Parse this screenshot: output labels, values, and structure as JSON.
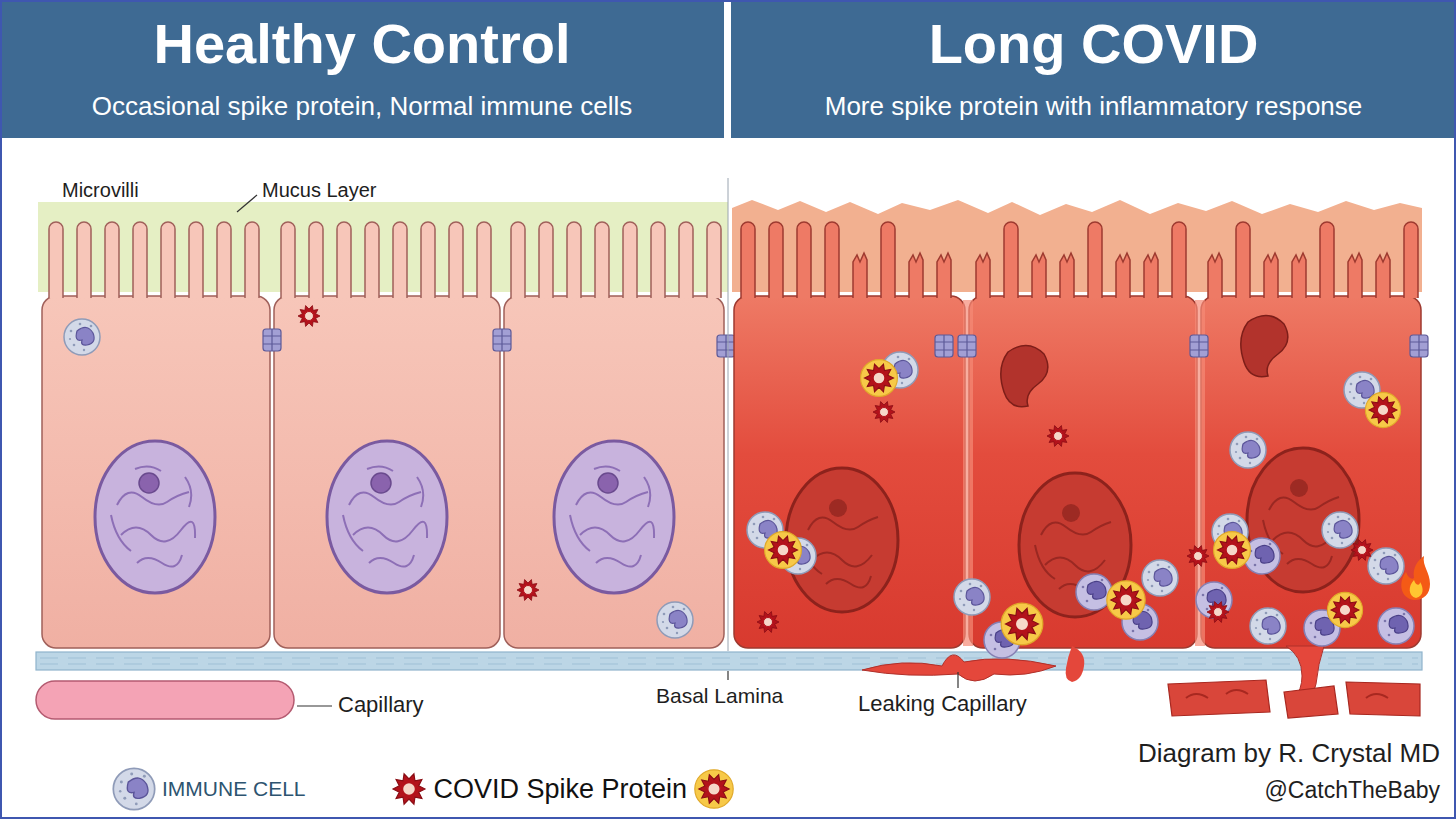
{
  "diagram": {
    "nodes": [
      {
        "text": [
          "Healthy Control",
          "Occasional spike protein, Normal immune cells"
        ]
      },
      {
        "text": [
          "Long COVID",
          "More spike protein with inflammatory response"
        ]
      }
    ],
    "labels": [
      "Microvilli",
      "Mucus Layer",
      "Capillary",
      "Basal Lamina",
      "Leaking Capillary",
      "Diagram by R. Crystal MD",
      "@CatchTheBaby"
    ],
    "legend": [
      {
        "text": "IMMUNE CELL"
      },
      {
        "text": "COVID Spike Protein"
      }
    ]
  }
}
